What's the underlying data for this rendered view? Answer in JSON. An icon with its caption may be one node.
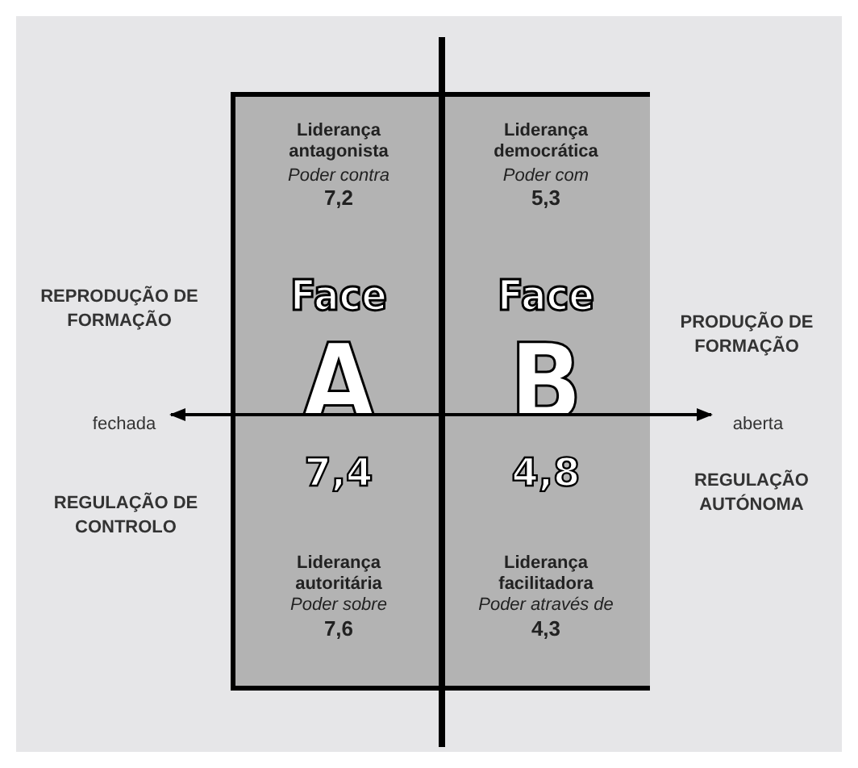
{
  "diagram": {
    "nodes": [
      {
        "text": [
          "Liderança antagonista",
          "Poder contra",
          "7,2",
          "Face A"
        ]
      },
      {
        "text": [
          "Liderança democrática",
          "Poder com",
          "5,3",
          "Face B"
        ]
      },
      {
        "text": [
          "7,4",
          "Liderança autoritária",
          "Poder sobre",
          "7,6"
        ]
      },
      {
        "text": [
          "4,8",
          "Liderança facilitadora",
          "Poder através de",
          "4,3"
        ]
      }
    ],
    "edges": [],
    "labels": [
      "REPRODUÇÃO DE FORMAÇÃO",
      "PRODUÇÃO DE FORMAÇÃO",
      "fechada",
      "aberta",
      "REGULAÇÃO DE CONTROLO",
      "REGULAÇÃO AUTÓNOMA"
    ]
  }
}
